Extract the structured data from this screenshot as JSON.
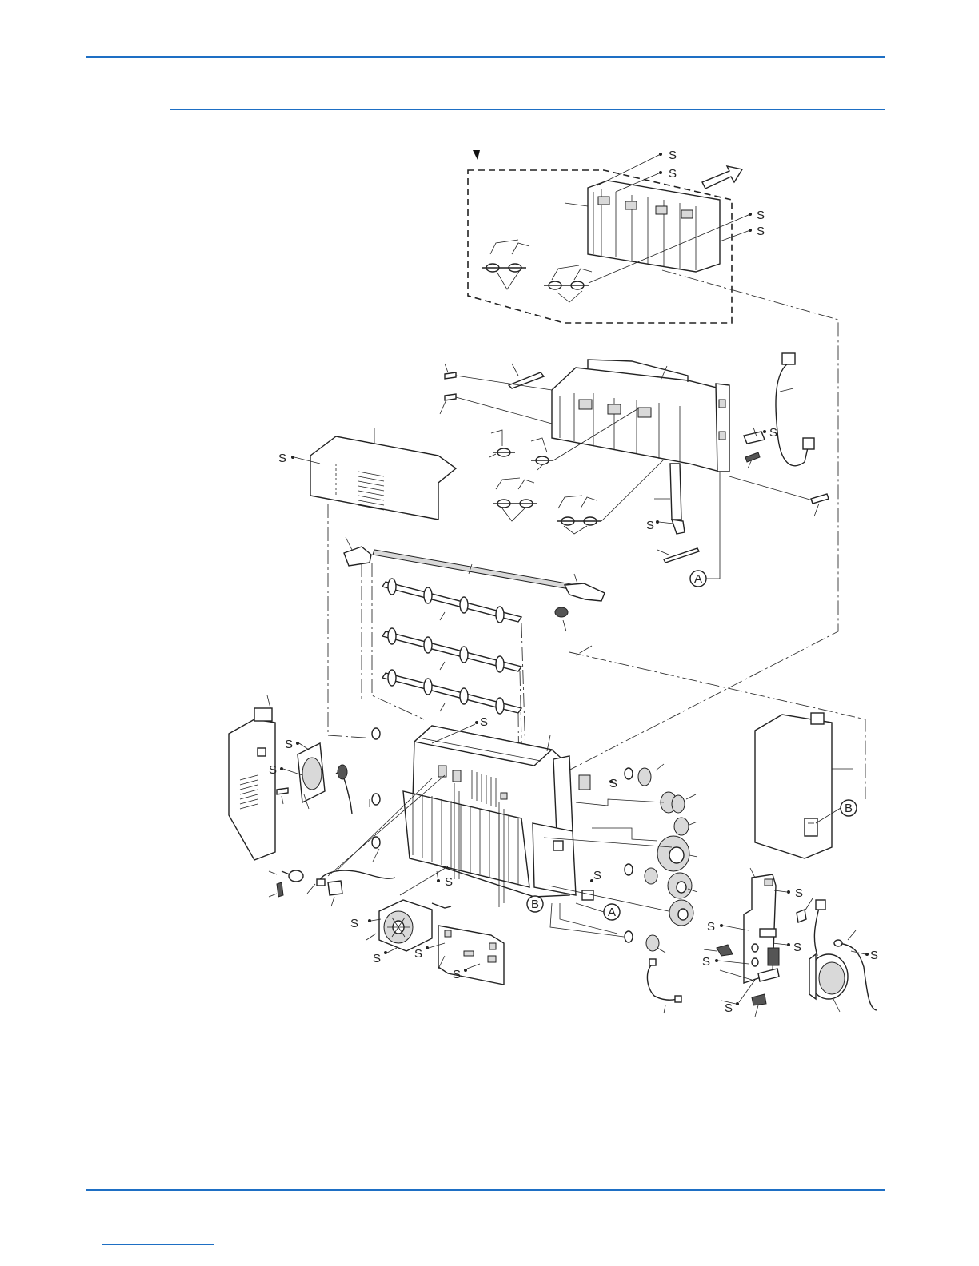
{
  "colors": {
    "rule": "#1e6fc4",
    "ink": "#222222"
  },
  "labels": {
    "screw": "S",
    "ref_a": "A",
    "ref_b": "B"
  },
  "icons": {
    "view_marker": "triangle-marker-icon",
    "direction": "arrow-up-right-icon"
  }
}
